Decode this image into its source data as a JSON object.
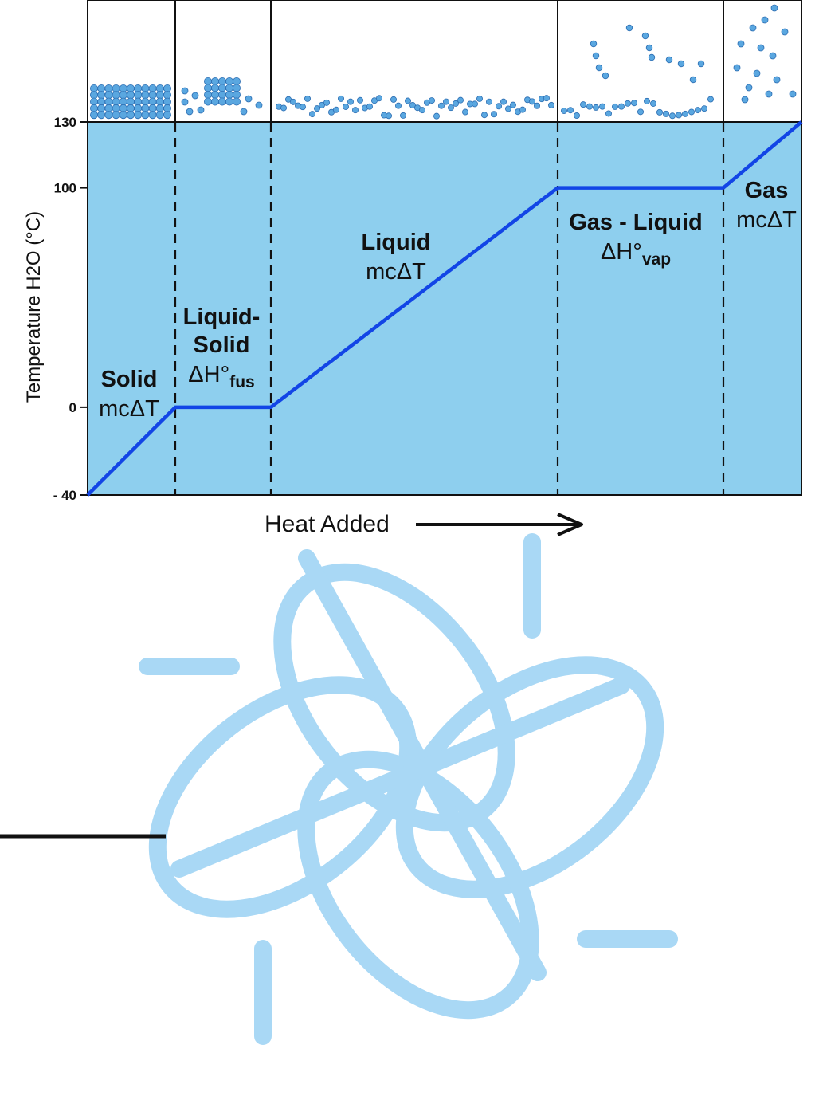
{
  "chart_data": {
    "type": "line",
    "title": "",
    "xlabel": "Heat Added",
    "ylabel": "Temperature H2O (°C)",
    "ylim": [
      -40,
      130
    ],
    "yticks": [
      "- 40",
      "0",
      "100",
      "130"
    ],
    "ytick_values": [
      -40,
      0,
      100,
      130
    ],
    "grid": false,
    "series": [
      {
        "points": [
          {
            "x": 0,
            "y": -40
          },
          {
            "x": 1,
            "y": 0
          },
          {
            "x": 2,
            "y": 0
          },
          {
            "x": 3,
            "y": 100
          },
          {
            "x": 4,
            "y": 100
          },
          {
            "x": 5,
            "y": 130
          }
        ]
      }
    ],
    "regions": [
      {
        "name_lines": [
          "Solid"
        ],
        "equation": "mcΔT"
      },
      {
        "name_lines": [
          "Liquid-",
          "Solid"
        ],
        "equation": "ΔH°",
        "equation_sub": "fus"
      },
      {
        "name_lines": [
          "Liquid"
        ],
        "equation": "mcΔT"
      },
      {
        "name_lines": [
          "Gas - Liquid"
        ],
        "equation": "ΔH°",
        "equation_sub": "vap"
      },
      {
        "name_lines": [
          "Gas"
        ],
        "equation": "mcΔT"
      }
    ],
    "colors": {
      "plot_background": "#8ecfee",
      "line": "#1245e6",
      "molecule": "#5aa7e0",
      "logo": "#a9d8f5"
    }
  }
}
